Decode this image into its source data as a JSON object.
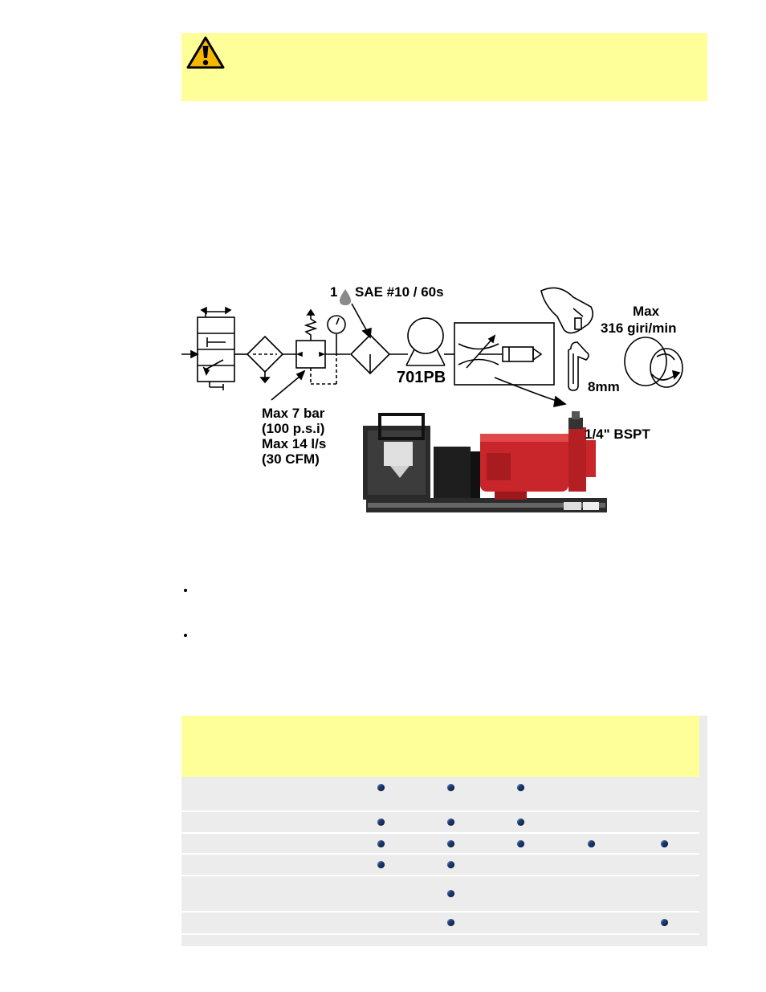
{
  "warning": {
    "icon": "warning-triangle-icon",
    "background": "#ffff99"
  },
  "diagram": {
    "labels": {
      "oil": "1",
      "oil_spec": "SAE #10 / 60s",
      "pump_model": "701PB",
      "max_label": "Max",
      "max_speed": "316 giri/min",
      "wrench": "8mm",
      "thread": "1/4\" BSPT",
      "air_spec": "Max 7 bar\n(100 p.s.i)\nMax 14 l/s\n(30 CFM)"
    },
    "pump_color": "#c8262a"
  },
  "table": {
    "header_color": "#ffff99",
    "row_color": "#ececec",
    "dot_color": "#1c3a6e",
    "columns": 5,
    "rows": [
      [
        true,
        true,
        true,
        false,
        false
      ],
      [
        true,
        true,
        true,
        false,
        false
      ],
      [
        true,
        true,
        true,
        true,
        true
      ],
      [
        true,
        true,
        false,
        false,
        false
      ],
      [
        false,
        true,
        false,
        false,
        false
      ],
      [
        false,
        true,
        false,
        false,
        true
      ]
    ]
  }
}
